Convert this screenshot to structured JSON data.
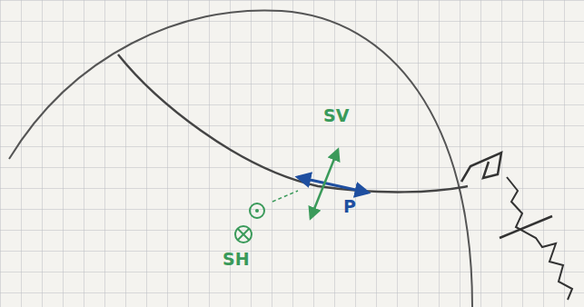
{
  "diagram": {
    "labels": [
      "SV",
      "P",
      "SH"
    ]
  }
}
